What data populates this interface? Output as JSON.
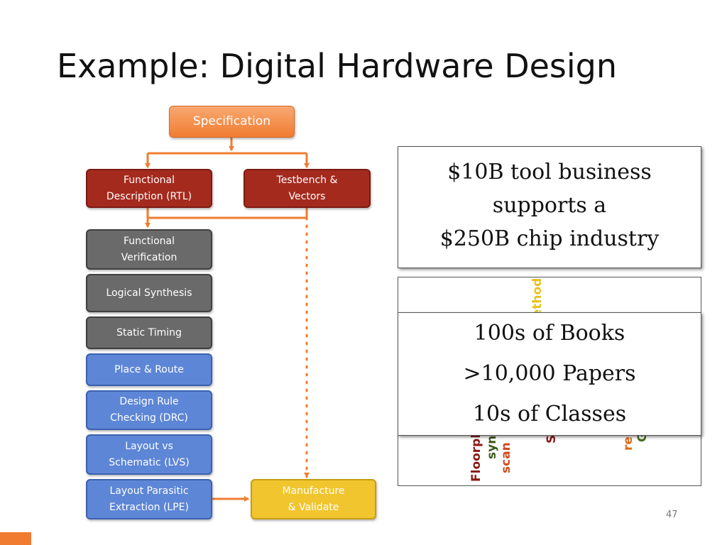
{
  "slide": {
    "title": "Example: Digital Hardware Design",
    "number": "47"
  },
  "flow": {
    "specification": "Specification",
    "functional_description": "Functional\nDescription (RTL)",
    "testbench": "Testbench &\nVectors",
    "steps": [
      {
        "label": "Functional\nVerification",
        "color": "#6a6a6a"
      },
      {
        "label": "Logical Synthesis",
        "color": "#6a6a6a"
      },
      {
        "label": "Static Timing",
        "color": "#6a6a6a"
      },
      {
        "label": "Place & Route",
        "color": "#5d86d6"
      },
      {
        "label": "Design Rule\nChecking (DRC)",
        "color": "#5d86d6"
      },
      {
        "label": "Layout vs\nSchematic (LVS)",
        "color": "#5d86d6"
      },
      {
        "label": "Layout Parasitic\nExtraction (LPE)",
        "color": "#5d86d6"
      }
    ],
    "manufacture": "Manufacture\n& Validate",
    "arrow_color": "#f07c31"
  },
  "callouts": {
    "industry": [
      "$10B tool business",
      "supports a",
      "$250B chip industry"
    ],
    "resources": [
      "100s of Books",
      ">10,000 Papers",
      "10s of Classes"
    ]
  },
  "word_cloud": {
    "words": [
      {
        "text": "methods",
        "color": "#e8c21c"
      },
      {
        "text": "Floorpl",
        "color": "#8a1a16"
      },
      {
        "text": "syn",
        "color": "#3b5a16"
      },
      {
        "text": "scan",
        "color": "#d44a1e"
      },
      {
        "text": "re",
        "color": "#e06a16"
      },
      {
        "text": "G",
        "color": "#4a6a20"
      },
      {
        "text": "S",
        "color": "#8a1a16"
      }
    ]
  }
}
